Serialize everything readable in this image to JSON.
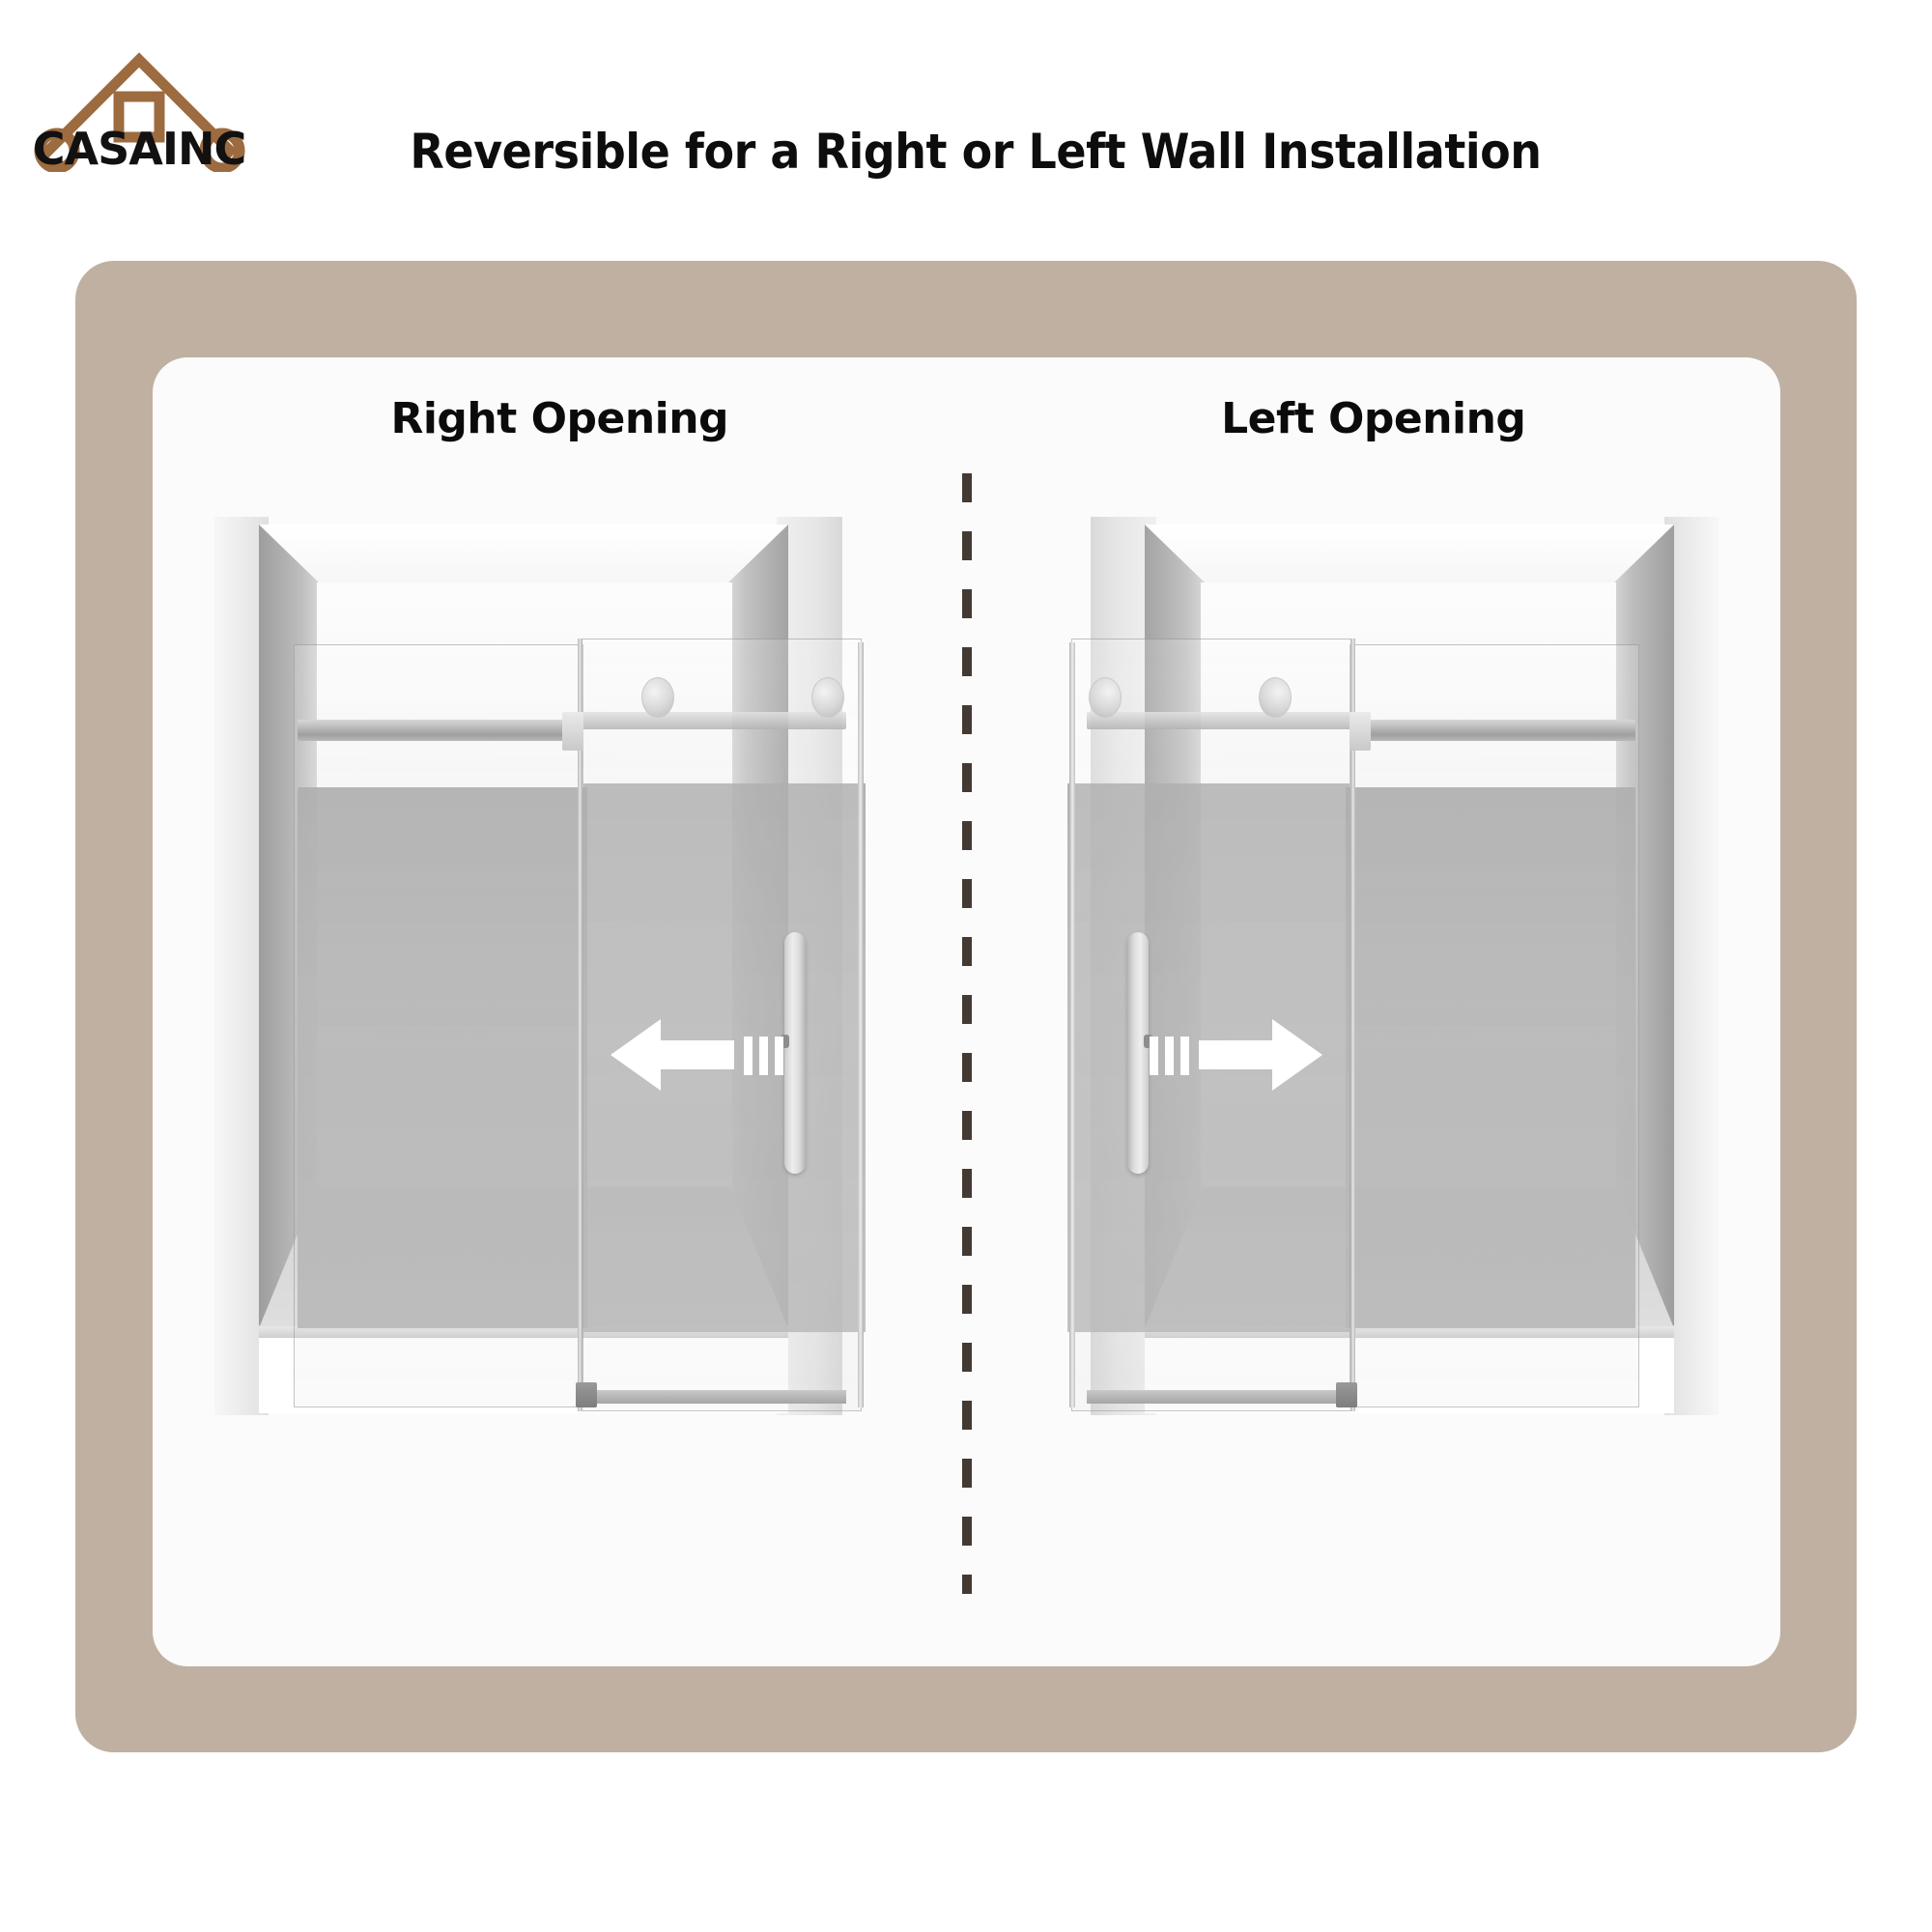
{
  "brand": {
    "logo_name": "casainc-house-logo",
    "wordmark": "CASAINC",
    "logo_color": "#9c6b3f"
  },
  "header": {
    "title": "Reversible for a Right or Left Wall Installation"
  },
  "frame": {
    "outer_color": "#bfb0a1",
    "inner_card_color": "#fcfbfb",
    "divider_color": "#433a33",
    "divider_style": "dashed-vertical"
  },
  "panels": [
    {
      "id": "right-opening",
      "label": "Right Opening",
      "direction": "left",
      "arrow_icon": "arrow-left-motion",
      "arrow_color": "#ffffff",
      "handle_side": "right",
      "description": "Sliding glass shower door configured to open toward the right wall; door panel slides to the left."
    },
    {
      "id": "left-opening",
      "label": "Left Opening",
      "direction": "right",
      "arrow_icon": "arrow-right-motion",
      "arrow_color": "#ffffff",
      "handle_side": "left",
      "description": "Sliding glass shower door configured to open toward the left wall; door panel slides to the right."
    }
  ],
  "product": {
    "type": "frameless sliding shower door",
    "components": [
      "header-rail",
      "roller-wheel",
      "roller-wheel",
      "fixed-glass-panel",
      "sliding-glass-panel",
      "vertical-bar-handle",
      "bottom-guide",
      "shower-base"
    ],
    "hardware_finish": "brushed-nickel",
    "glass_finish": "clear-tempered"
  }
}
